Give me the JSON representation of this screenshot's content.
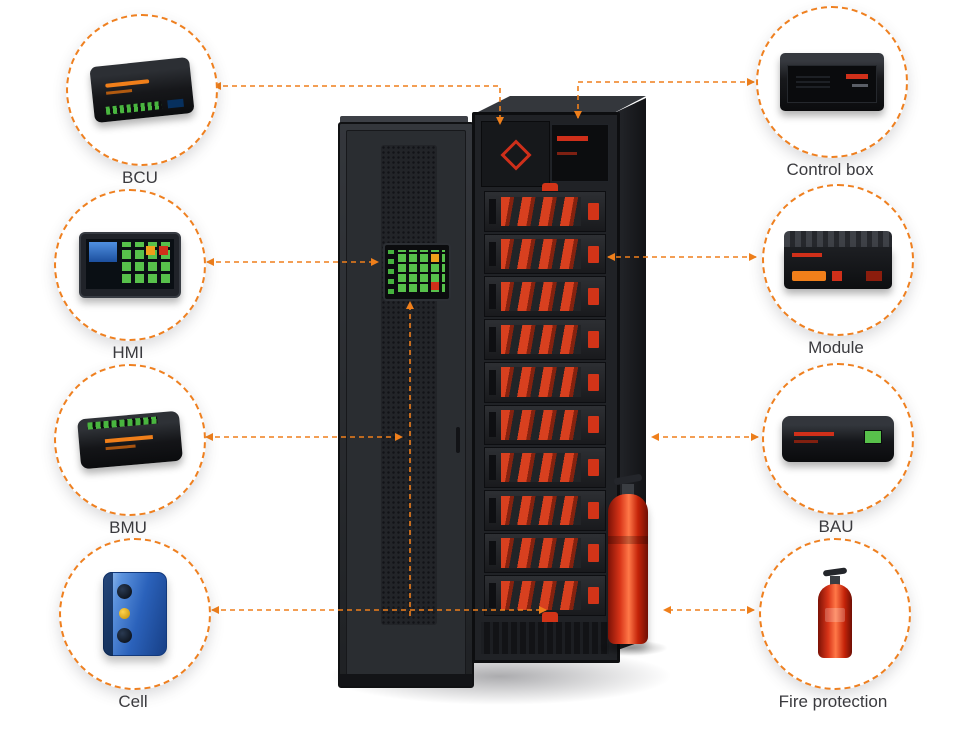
{
  "diagram": {
    "background_color": "#ffffff",
    "accent_orange": "#ef7f1b",
    "module_red": "#d8401f",
    "key_green": "#57c14b",
    "cell_blue": "#2b62bb",
    "left_items": [
      {
        "id": "bcu",
        "label": "BCU",
        "icon": "bcu-device-icon"
      },
      {
        "id": "hmi",
        "label": "HMI",
        "icon": "hmi-device-icon"
      },
      {
        "id": "bmu",
        "label": "BMU",
        "icon": "bmu-device-icon"
      },
      {
        "id": "cell",
        "label": "Cell",
        "icon": "battery-cell-icon"
      }
    ],
    "right_items": [
      {
        "id": "control-box",
        "label": "Control box",
        "icon": "control-box-icon"
      },
      {
        "id": "module",
        "label": "Module",
        "icon": "battery-module-icon"
      },
      {
        "id": "bau",
        "label": "BAU",
        "icon": "bau-device-icon"
      },
      {
        "id": "fire-protection",
        "label": "Fire protection",
        "icon": "fire-extinguisher-icon"
      }
    ],
    "cabinet": {
      "battery_module_count": 10
    }
  }
}
